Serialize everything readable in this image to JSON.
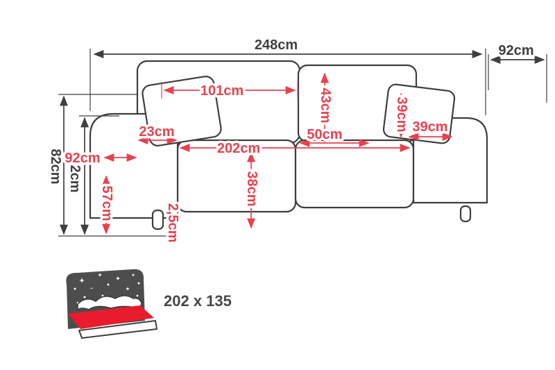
{
  "figure": {
    "type": "sofa-dimension-diagram"
  },
  "colors": {
    "outline": "#3d3d3d",
    "dimension_dark": "#3f3f3f",
    "dimension_red": "#e8414e",
    "icon_dark": "#4d4d4d",
    "mattress_red": "#e81c2c"
  },
  "dimensions": {
    "width_total": "248cm",
    "depth_total": "92cm",
    "height_total": "82cm",
    "height_back": "72cm",
    "back_cushion_width": "101cm",
    "back_cushion_height": "43cm",
    "armrest_width": "23cm",
    "seat_depth": "92cm",
    "armrest_height": "57cm",
    "seat_width": "202cm",
    "seat_height": "38cm",
    "leg_height": "2,5cm",
    "back_cushion_width_right": "50cm",
    "pillow_height": "39cm",
    "pillow_width": "39cm"
  },
  "sleeping_area": {
    "label": "202 x 135",
    "icon": "sofa-bed-night-icon"
  }
}
